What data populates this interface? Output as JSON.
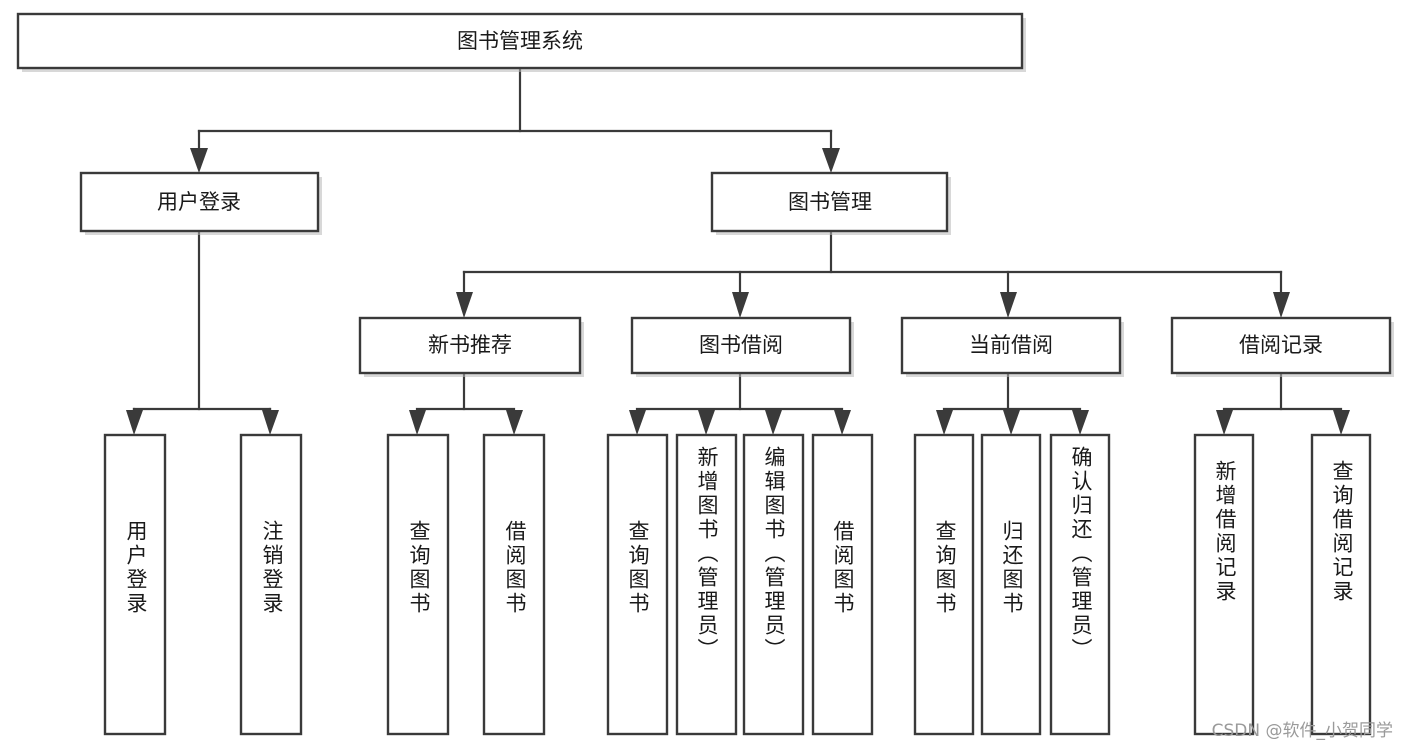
{
  "diagram": {
    "type": "tree-hierarchy",
    "title": "图书管理系统",
    "orientation": "top-down",
    "colors": {
      "box_fill": "#ffffff",
      "box_stroke": "#3a3a3a",
      "text": "#1a1a1a",
      "watermark": "#9a9a9a",
      "background": "#ffffff"
    },
    "levels": [
      {
        "level": 1,
        "nodes": [
          {
            "id": "root",
            "label": "图书管理系统",
            "orient": "horizontal"
          }
        ]
      },
      {
        "level": 2,
        "nodes": [
          {
            "id": "login",
            "label": "用户登录",
            "orient": "horizontal",
            "parent": "root"
          },
          {
            "id": "bookmgmt",
            "label": "图书管理",
            "orient": "horizontal",
            "parent": "root"
          }
        ]
      },
      {
        "level": 3,
        "nodes": [
          {
            "id": "newbook",
            "label": "新书推荐",
            "orient": "horizontal",
            "parent": "bookmgmt"
          },
          {
            "id": "borrow",
            "label": "图书借阅",
            "orient": "horizontal",
            "parent": "bookmgmt"
          },
          {
            "id": "current",
            "label": "当前借阅",
            "orient": "horizontal",
            "parent": "bookmgmt"
          },
          {
            "id": "records",
            "label": "借阅记录",
            "orient": "horizontal",
            "parent": "bookmgmt"
          }
        ]
      },
      {
        "level": 4,
        "nodes": [
          {
            "id": "leaf1",
            "label": "用户登录",
            "orient": "vertical",
            "parent": "login"
          },
          {
            "id": "leaf2",
            "label": "注销登录",
            "orient": "vertical",
            "parent": "login"
          },
          {
            "id": "leaf3",
            "label": "查询图书",
            "orient": "vertical",
            "parent": "newbook"
          },
          {
            "id": "leaf4",
            "label": "借阅图书",
            "orient": "vertical",
            "parent": "newbook"
          },
          {
            "id": "leaf5",
            "label": "查询图书",
            "orient": "vertical",
            "parent": "borrow"
          },
          {
            "id": "leaf6",
            "label": "新增图书（管理员）",
            "orient": "vertical",
            "parent": "borrow"
          },
          {
            "id": "leaf7",
            "label": "编辑图书（管理员）",
            "orient": "vertical",
            "parent": "borrow"
          },
          {
            "id": "leaf8",
            "label": "借阅图书",
            "orient": "vertical",
            "parent": "borrow"
          },
          {
            "id": "leaf9",
            "label": "查询图书",
            "orient": "vertical",
            "parent": "current"
          },
          {
            "id": "leaf10",
            "label": "归还图书",
            "orient": "vertical",
            "parent": "current"
          },
          {
            "id": "leaf11",
            "label": "确认归还（管理员）",
            "orient": "vertical",
            "parent": "current"
          },
          {
            "id": "leaf12",
            "label": "新增借阅记录",
            "orient": "vertical",
            "parent": "records"
          },
          {
            "id": "leaf13",
            "label": "查询借阅记录",
            "orient": "vertical",
            "parent": "records"
          }
        ]
      }
    ]
  },
  "watermark": {
    "text": "CSDN @软件_小贺同学"
  }
}
